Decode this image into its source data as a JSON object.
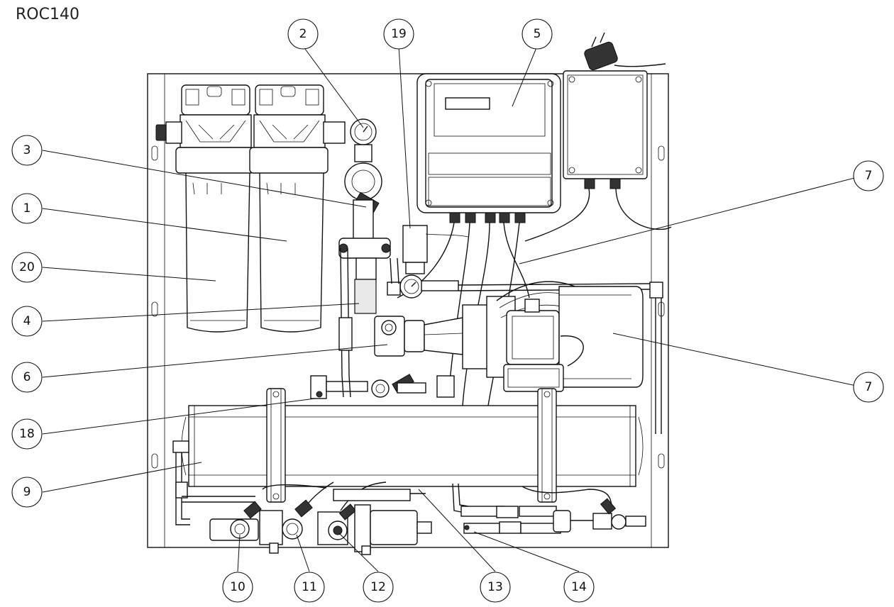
{
  "title": "ROC140",
  "callouts": [
    {
      "id": "2",
      "label": "2"
    },
    {
      "id": "19",
      "label": "19"
    },
    {
      "id": "5",
      "label": "5"
    },
    {
      "id": "3",
      "label": "3"
    },
    {
      "id": "7a",
      "label": "7"
    },
    {
      "id": "1",
      "label": "1"
    },
    {
      "id": "20",
      "label": "20"
    },
    {
      "id": "4",
      "label": "4"
    },
    {
      "id": "6",
      "label": "6"
    },
    {
      "id": "7b",
      "label": "7"
    },
    {
      "id": "18",
      "label": "18"
    },
    {
      "id": "9",
      "label": "9"
    },
    {
      "id": "10",
      "label": "10"
    },
    {
      "id": "11",
      "label": "11"
    },
    {
      "id": "12",
      "label": "12"
    },
    {
      "id": "13",
      "label": "13"
    },
    {
      "id": "14",
      "label": "14"
    }
  ]
}
